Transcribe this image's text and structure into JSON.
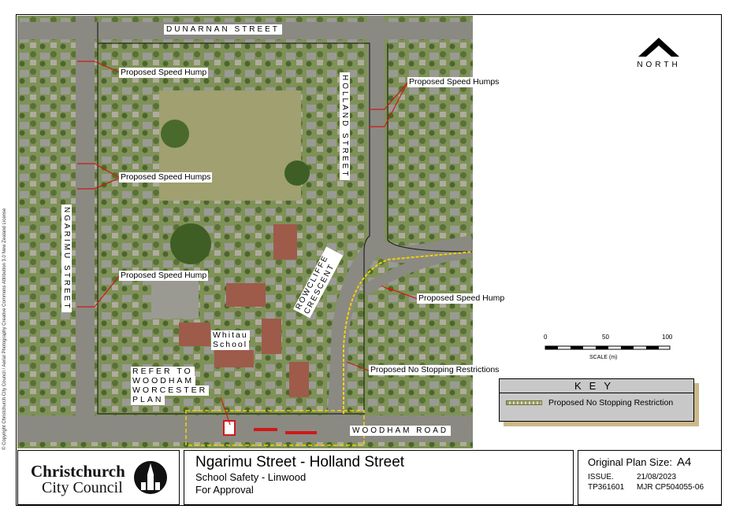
{
  "streets": {
    "dunarnan": "DUNARNAN STREET",
    "ngarimu": "NGARIMU STREET",
    "holland": "HOLLAND STREET",
    "rowcliffe": "ROWCLIFFE CRESCENT",
    "woodham": "WOODHAM ROAD"
  },
  "labels": {
    "hump_1": "Proposed Speed Hump",
    "humps_2": "Proposed Speed Humps",
    "humps_3": "Proposed Speed Humps",
    "hump_4": "Proposed Speed Hump",
    "hump_5": "Proposed Speed Hump",
    "no_stopping": "Proposed No Stopping Restrictions",
    "school_1": "Whitau",
    "school_2": "School",
    "refer_1": "REFER TO",
    "refer_2": "WOODHAM",
    "refer_3": "WORCESTER",
    "refer_4": "PLAN"
  },
  "north": "NORTH",
  "scale": {
    "ticks": [
      "0",
      "50",
      "100"
    ],
    "caption": "SCALE (m)"
  },
  "key": {
    "heading": "KEY",
    "item": "Proposed No Stopping Restriction"
  },
  "title_block": {
    "title": "Ngarimu Street - Holland Street",
    "subtitle": "School Safety - Linwood",
    "status": "For Approval"
  },
  "plan_block": {
    "size_label": "Original Plan Size:",
    "size": "A4",
    "issue_label": "ISSUE.",
    "issue_date": "21/08/2023",
    "ref_1": "TP361601",
    "ref_2": "MJR CP504055-06"
  },
  "logo": {
    "line1": "Christchurch",
    "line2": "City Council"
  },
  "copyright": "© Copyright Christchurch City Council / Aerial Photography Creative Commons Attribution 3.0 New Zealand License",
  "colors": {
    "hump": "#d01818",
    "no_stopping": "#f2d200",
    "road": "#8a8a82",
    "vegetation": "#6f8a4a"
  }
}
